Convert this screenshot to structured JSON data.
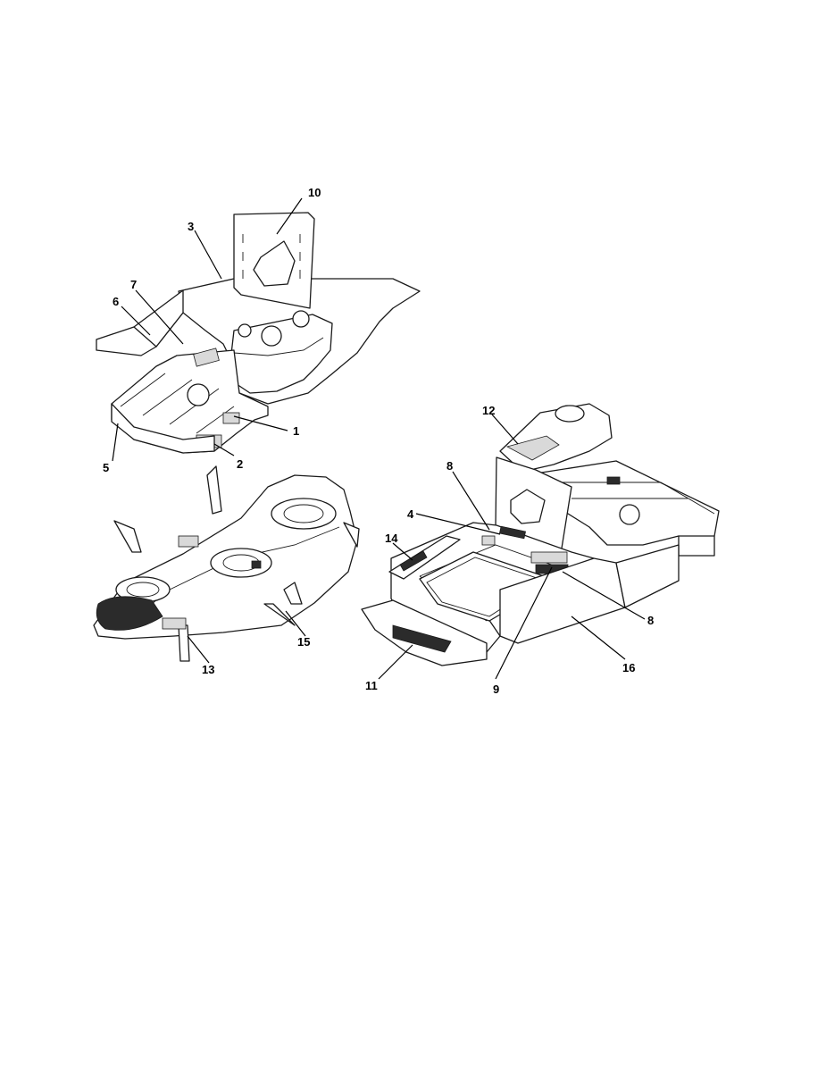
{
  "callouts": [
    {
      "id": "c1",
      "label": "1"
    },
    {
      "id": "c2",
      "label": "2"
    },
    {
      "id": "c3",
      "label": "3"
    },
    {
      "id": "c4",
      "label": "4"
    },
    {
      "id": "c5",
      "label": "5"
    },
    {
      "id": "c6",
      "label": "6"
    },
    {
      "id": "c7",
      "label": "7"
    },
    {
      "id": "c8a",
      "label": "8"
    },
    {
      "id": "c8b",
      "label": "8"
    },
    {
      "id": "c9",
      "label": "9"
    },
    {
      "id": "c10",
      "label": "10"
    },
    {
      "id": "c11",
      "label": "11"
    },
    {
      "id": "c12",
      "label": "12"
    },
    {
      "id": "c13",
      "label": "13"
    },
    {
      "id": "c14",
      "label": "14"
    },
    {
      "id": "c15",
      "label": "15"
    },
    {
      "id": "c16",
      "label": "16"
    }
  ]
}
